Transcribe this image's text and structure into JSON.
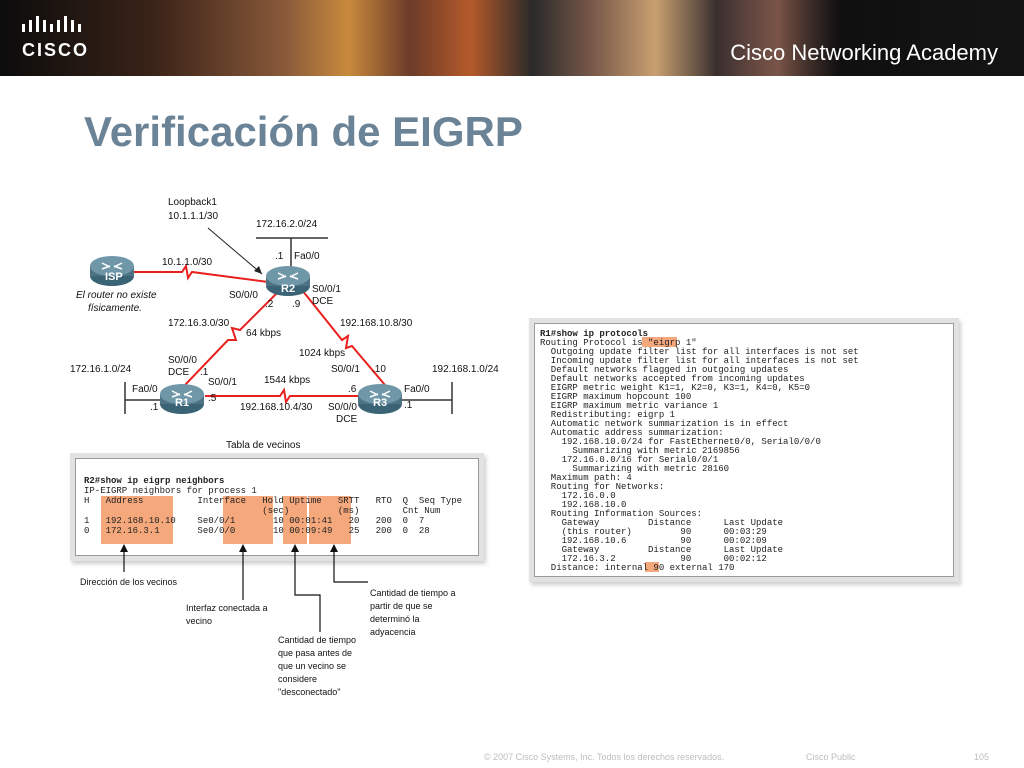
{
  "header": {
    "logo_text": "CISCO",
    "academy": "Cisco Networking Academy"
  },
  "title": "Verificación de EIGRP",
  "diagram": {
    "loopback_label": "Loopback1",
    "loopback_ip": "10.1.1.1/30",
    "net_top": "172.16.2.0/24",
    "r2_dot1": ".1",
    "r2_fa": "Fa0/0",
    "isp_link": "10.1.1.0/30",
    "isp": "ISP",
    "isp_note_1": "El router no existe",
    "isp_note_2": "físicamente.",
    "r2_s000": "S0/0/0",
    "r2_dot2": ".2",
    "r2": "R2",
    "r2_dot9": ".9",
    "r2_s001": "S0/0/1",
    "r2_dce": "DCE",
    "net_left_link": "172.16.3.0/30",
    "net_right_link": "192.168.10.8/30",
    "bw_64": "64 kbps",
    "bw_1024": "1024 kbps",
    "r1_s000": "S0/0/0",
    "r1_dce": "DCE",
    "r1_dot1_top": ".1",
    "net_left": "172.16.1.0/24",
    "r1_s001": "S0/0/1",
    "bw_1544": "1544 kbps",
    "r3_s001": "S0/0/1",
    "r3_dot10": ".10",
    "net_right": "192.168.1.0/24",
    "r1_fa": "Fa0/0",
    "r1": "R1",
    "r1_dot5": ".5",
    "r1_dot1": ".1",
    "r3_dot6": ".6",
    "r3": "R3",
    "r3_fa": "Fa0/0",
    "r3_dot1": ".1",
    "net_bottom": "192.168.10.4/30",
    "r3_s000": "S0/0/0",
    "r3_dce": "DCE"
  },
  "neighbors": {
    "caption": "Tabla de vecinos",
    "lines": [
      "R2#show ip eigrp neighbors",
      "IP-EIGRP neighbors for process 1",
      "H   Address          Interface   Hold Uptime   SRTT   RTO  Q  Seq Type",
      "                                 (sec)         (ms)        Cnt Num",
      "1   192.168.10.10    Se0/0/1       10 00:01:41   20   200  0  7",
      "0   172.16.3.1       Se0/0/0       10 00:09:49   25   200  0  28"
    ],
    "annotations": {
      "address": "Dirección de los vecinos",
      "interface_1": "Interfaz conectada a",
      "interface_2": "vecino",
      "hold_1": "Cantidad de tiempo",
      "hold_2": "que pasa antes de",
      "hold_3": "que un vecino se",
      "hold_4": "considere",
      "hold_5": "\"desconectado\"",
      "uptime_1": "Cantidad de tiempo a",
      "uptime_2": "partir de que se",
      "uptime_3": "determinó la",
      "uptime_4": "adyacencia"
    }
  },
  "protocols": {
    "lines": [
      "R1#show ip protocols",
      "Routing Protocol is \"eigrp 1\"",
      "  Outgoing update filter list for all interfaces is not set",
      "  Incoming update filter list for all interfaces is not set",
      "  Default networks flagged in outgoing updates",
      "  Default networks accepted from incoming updates",
      "  EIGRP metric weight K1=1, K2=0, K3=1, K4=0, K5=0",
      "  EIGRP maximum hopcount 100",
      "  EIGRP maximum metric variance 1",
      "  Redistributing: eigrp 1",
      "  Automatic network summarization is in effect",
      "  Automatic address summarization:",
      "    192.168.10.0/24 for FastEthernet0/0, Serial0/0/0",
      "      Summarizing with metric 2169856",
      "    172.16.0.0/16 for Serial0/0/1",
      "      Summarizing with metric 28160",
      "  Maximum path: 4",
      "  Routing for Networks:",
      "    172.16.0.0",
      "    192.168.10.0",
      "  Routing Information Sources:",
      "    Gateway         Distance      Last Update",
      "    (this router)         90      00:03:29",
      "    192.168.10.6          90      00:02:09",
      "    Gateway         Distance      Last Update",
      "    172.16.3.2            90      00:02:12",
      "  Distance: internal 90 external 170"
    ]
  },
  "footer": {
    "copyright": "© 2007 Cisco Systems, Inc. Todos los derechos reservados.",
    "classification": "Cisco Public",
    "page": "105"
  },
  "colors": {
    "title": "#6b8397",
    "highlight": "#f4a87c",
    "link": "#e8201e",
    "router": "#4d7385"
  }
}
